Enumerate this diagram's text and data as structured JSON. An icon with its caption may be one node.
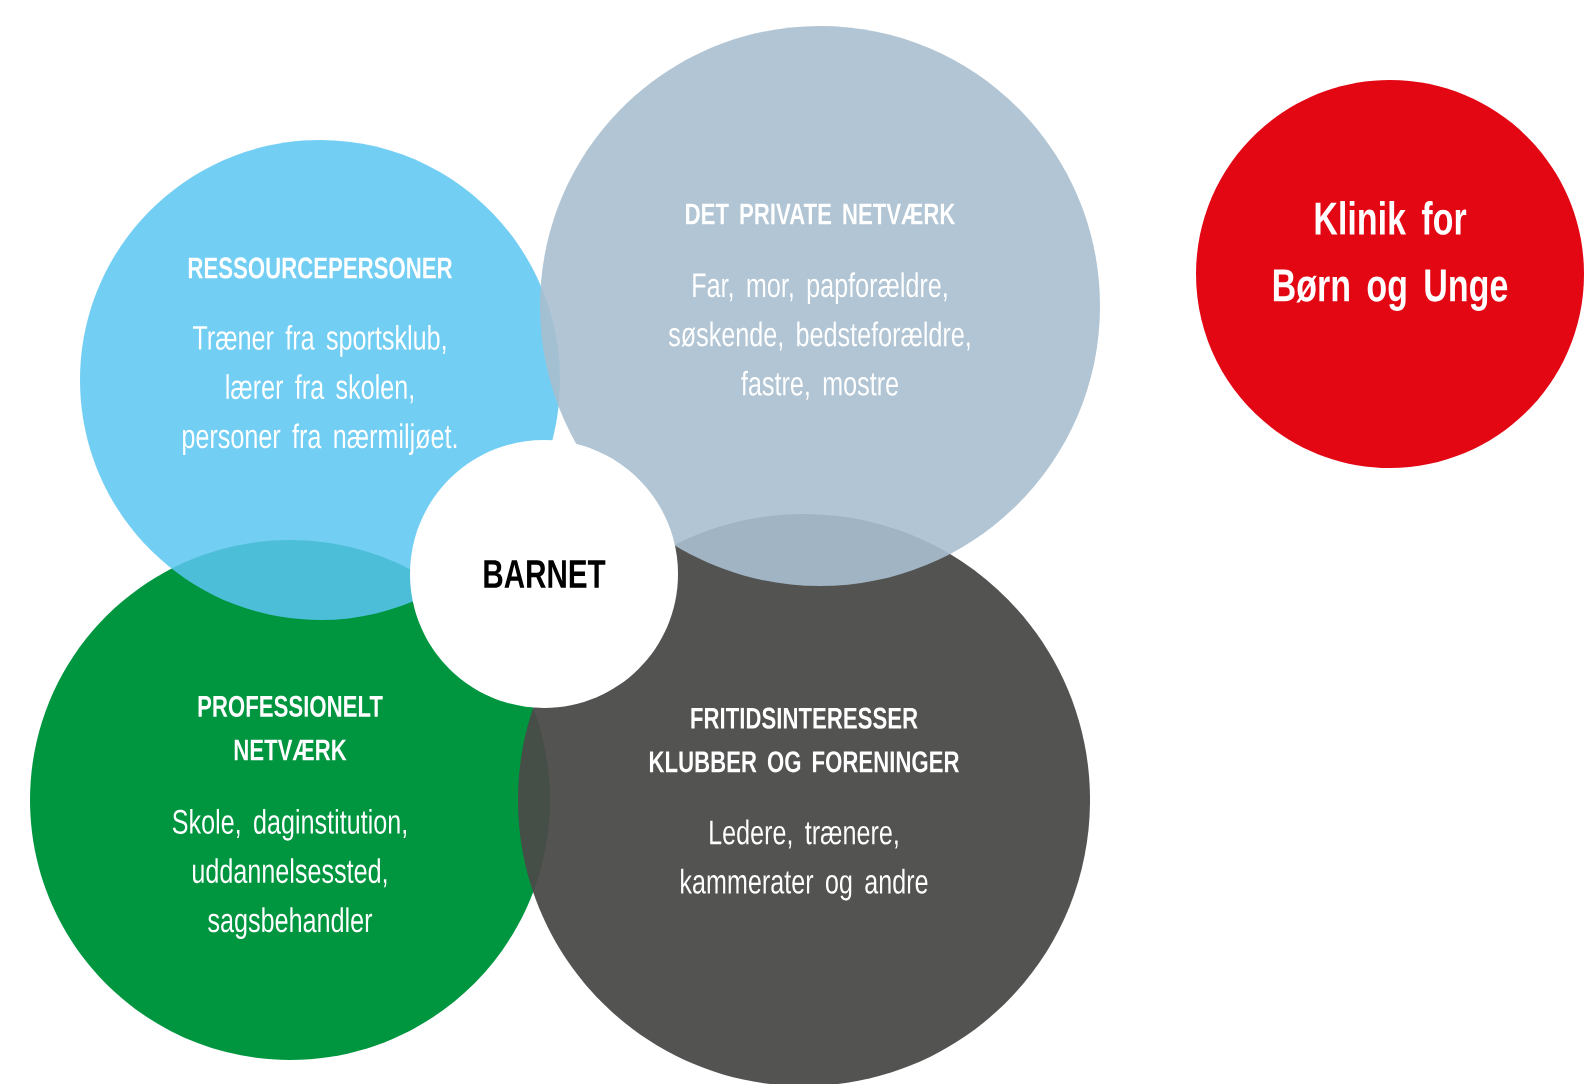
{
  "diagram": {
    "nodes": [
      {
        "text": [
          "RESSOURCEPERSONER",
          "Træner fra sportsklub, lærer fra skolen, personer fra nærmiljøet."
        ]
      },
      {
        "text": [
          "DET PRIVATE NETVÆRK",
          "Far, mor, papforældre, søskende, bedsteforældre, fastre, mostre"
        ]
      },
      {
        "text": [
          "BARNET"
        ]
      },
      {
        "text": [
          "PROFESSIONELT NETVÆRK",
          "Skole, daginstitution, uddannelsessted, sagsbehandler"
        ]
      },
      {
        "text": [
          "FRITIDSINTERESSER KLUBBER OG FORENINGER",
          "Ledere, trænere, kammerater og andre"
        ]
      },
      {
        "text": [
          "Klinik for Børn og Unge"
        ]
      }
    ]
  }
}
